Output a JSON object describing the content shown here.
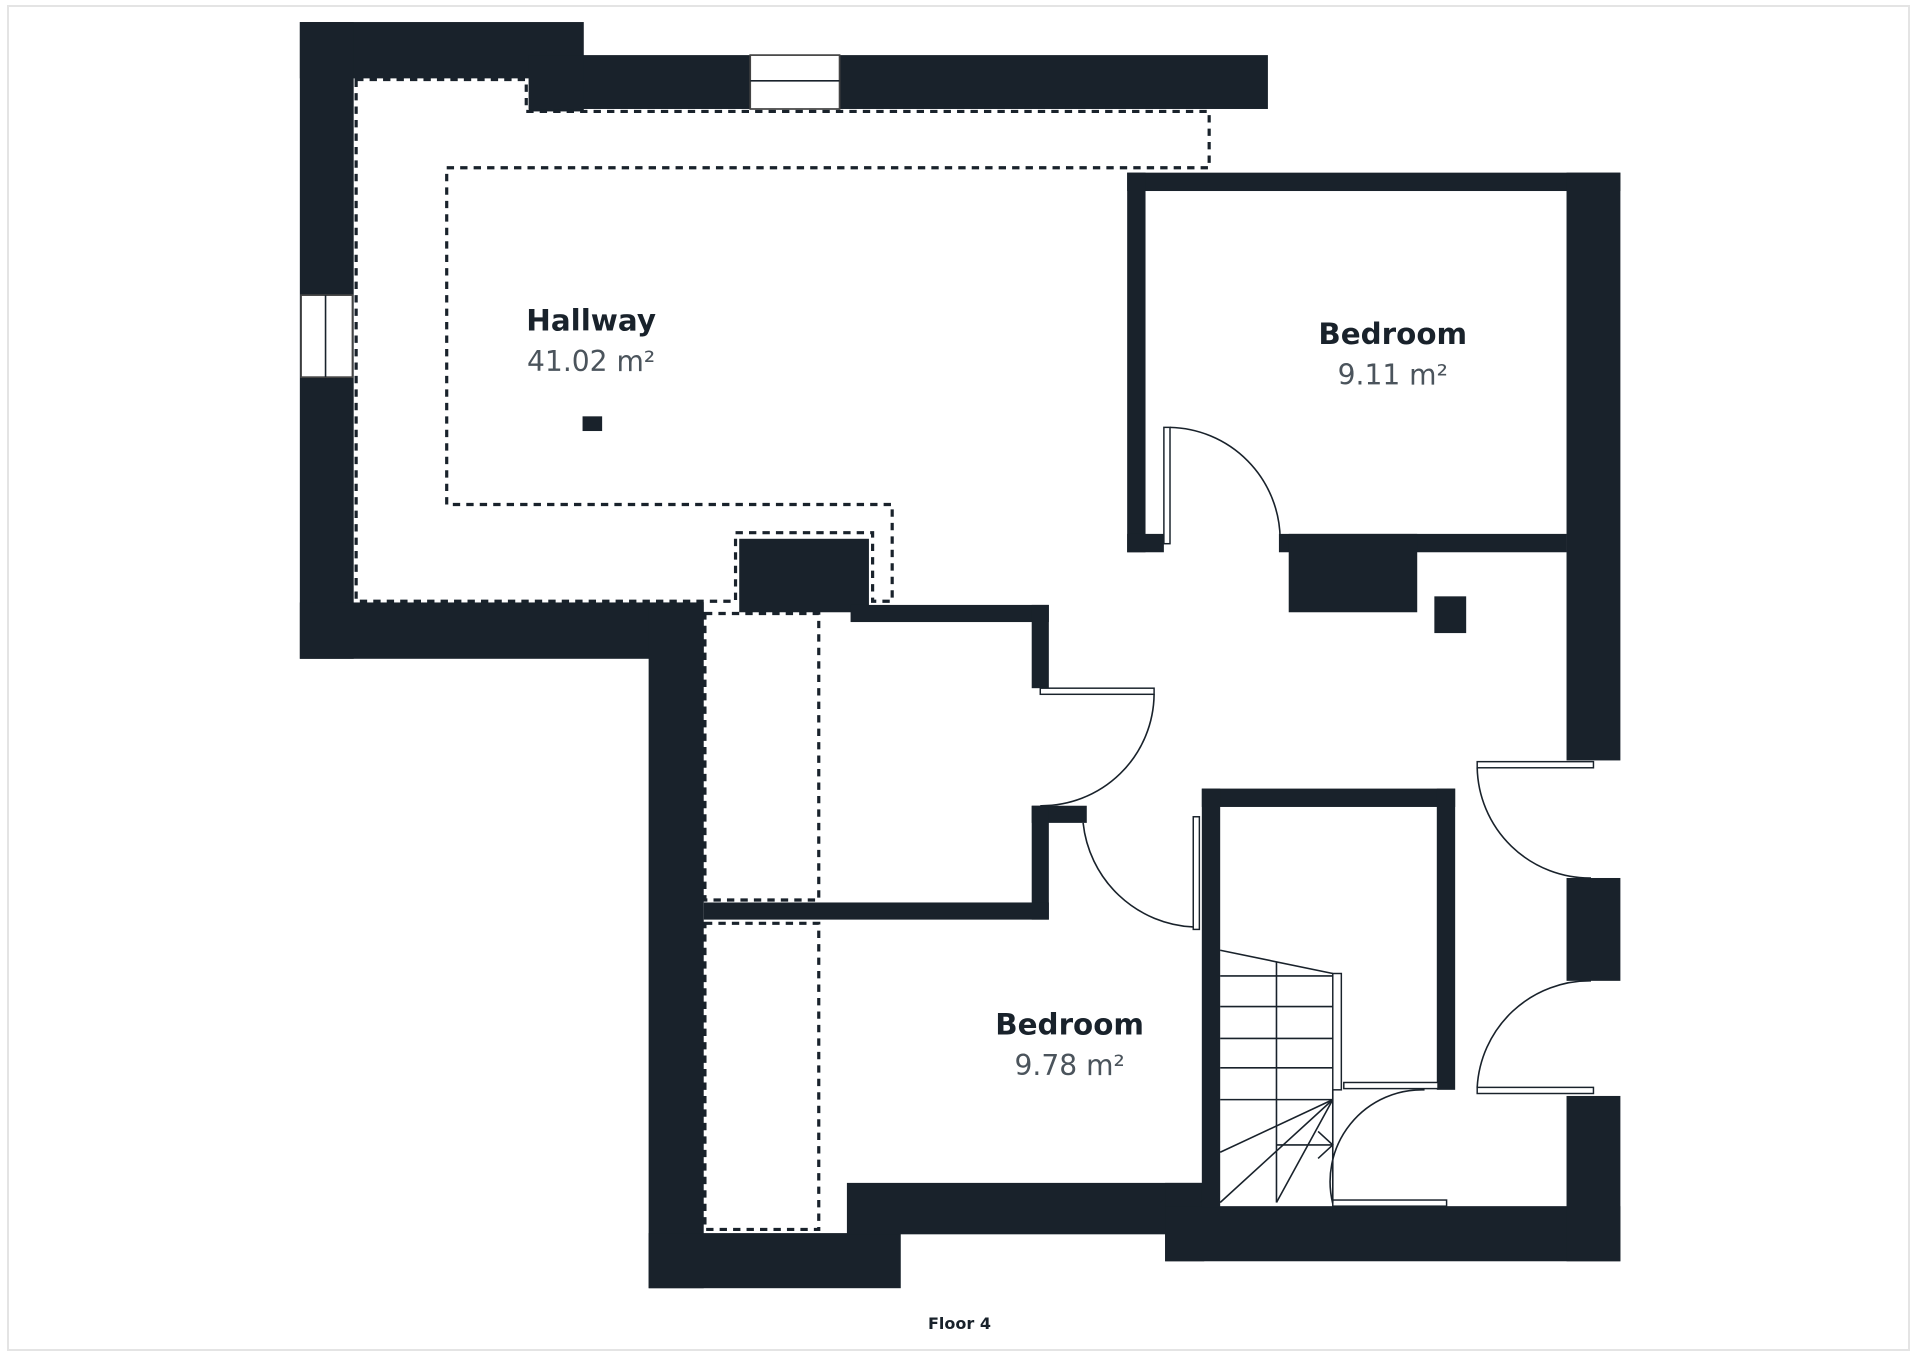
{
  "floor": {
    "label": "Floor 4"
  },
  "colors": {
    "wall": "#19222b",
    "area_text": "#4b545c",
    "background": "#ffffff"
  },
  "rooms": [
    {
      "name": "Hallway",
      "area": "41.02 m²"
    },
    {
      "name": "Bedroom",
      "area": "9.11 m²"
    },
    {
      "name": "Bedroom",
      "area": "9.78 m²"
    }
  ],
  "symbols": [
    "window",
    "door",
    "staircase",
    "stair-direction-arrow",
    "column",
    "chimney-block",
    "dashed-low-ceiling-area"
  ]
}
